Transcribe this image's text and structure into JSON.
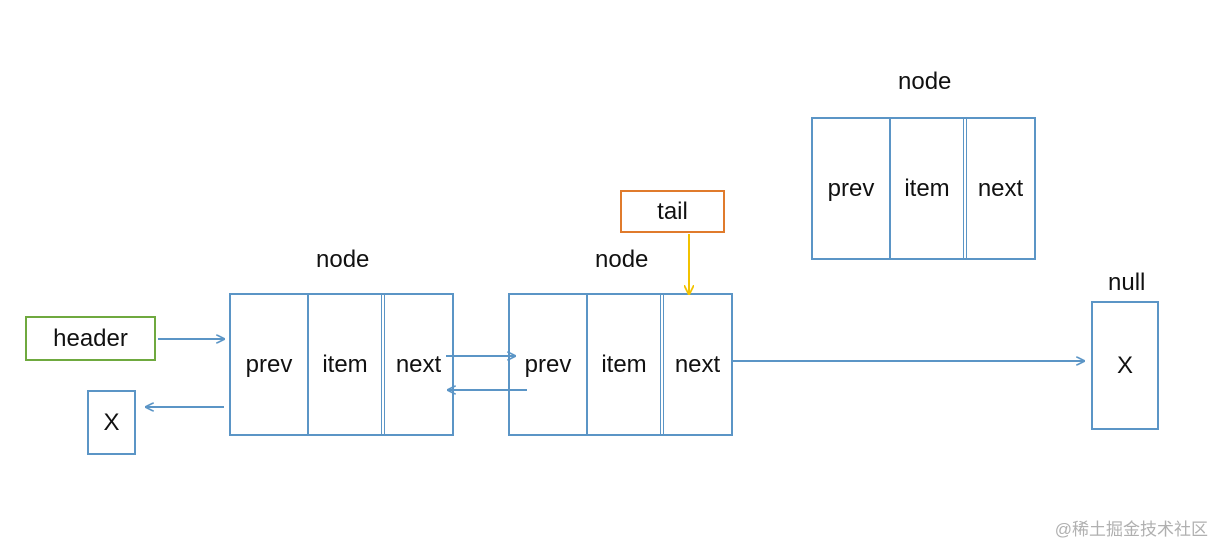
{
  "colors": {
    "node_border": "#5b95c6",
    "arrow": "#5b95c6",
    "header_border": "#6fa93f",
    "tail_border": "#e07b2c",
    "tail_arrow": "#f2c200"
  },
  "nodes": [
    {
      "label": "node",
      "cells": [
        "prev",
        "item",
        "next"
      ]
    },
    {
      "label": "node",
      "cells": [
        "prev",
        "item",
        "next"
      ]
    },
    {
      "label": "node",
      "cells": [
        "prev",
        "item",
        "next"
      ]
    }
  ],
  "header": {
    "label": "header"
  },
  "tail": {
    "label": "tail"
  },
  "null_box": {
    "label": "null",
    "value": "X"
  },
  "left_x": {
    "value": "X"
  },
  "watermark": "@稀土掘金技术社区"
}
